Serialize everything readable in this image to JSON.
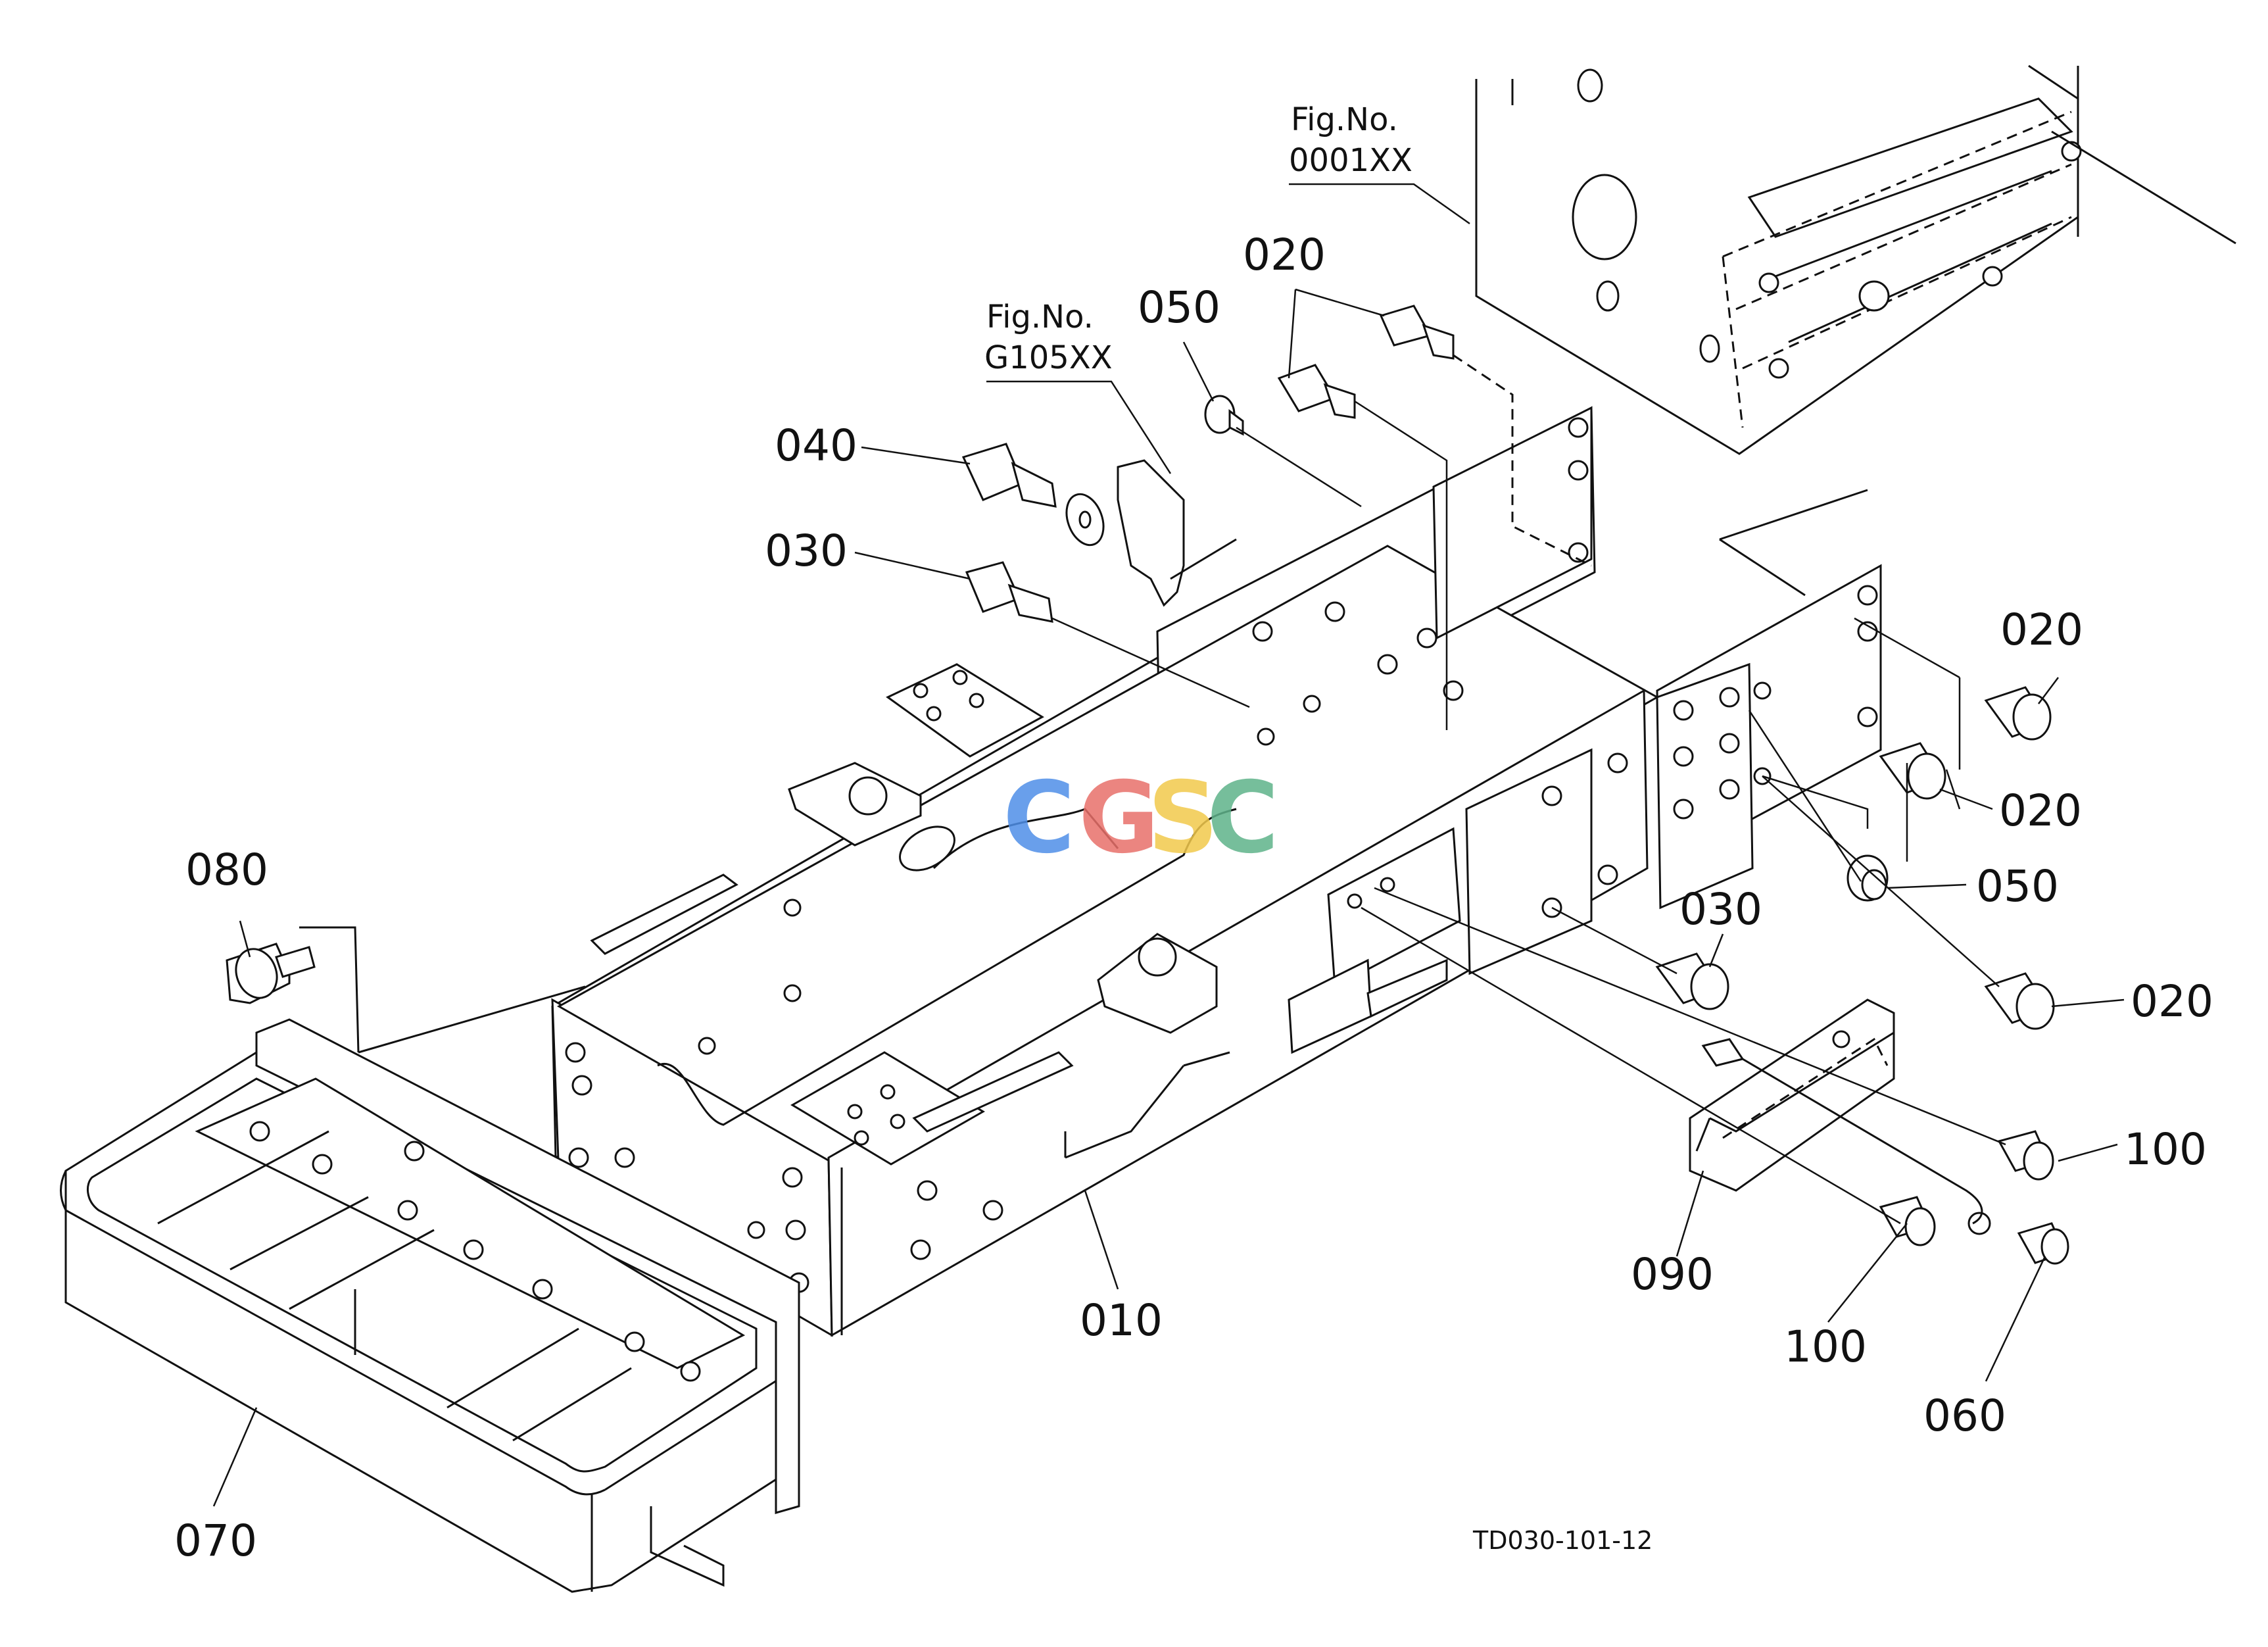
{
  "figure_refs": [
    {
      "label": "Fig.No.",
      "code": "0001XX"
    },
    {
      "label": "Fig.No.",
      "code": "G105XX"
    }
  ],
  "callouts": {
    "p020_top": "020",
    "p050_top": "050",
    "p040": "040",
    "p030_left": "030",
    "p080": "080",
    "p070": "070",
    "p010": "010",
    "p020_r1": "020",
    "p020_r2": "020",
    "p050_right": "050",
    "p030_right": "030",
    "p020_r3": "020",
    "p100_right": "100",
    "p090": "090",
    "p100_bottom": "100",
    "p060": "060"
  },
  "drawing_code": "TD030-101-12",
  "watermark": {
    "letters": [
      "C",
      "G",
      "S",
      "C"
    ],
    "colors": [
      "#4F8FE8",
      "#E8706A",
      "#F2C94C",
      "#5FB38A"
    ]
  }
}
